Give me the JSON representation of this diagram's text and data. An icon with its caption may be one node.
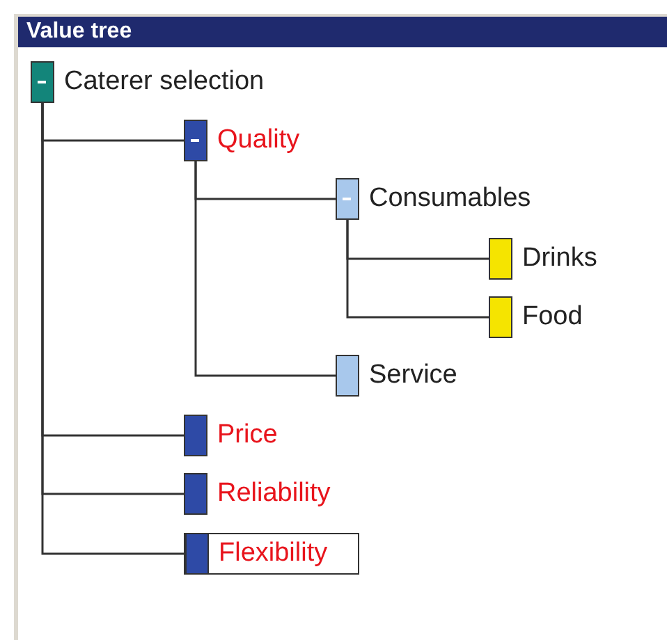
{
  "diagram": {
    "title": "Value tree",
    "nodes": [
      {
        "text": [
          "Caterer selection"
        ]
      },
      {
        "text": [
          "Quality"
        ]
      },
      {
        "text": [
          "Consumables"
        ]
      },
      {
        "text": [
          "Drinks"
        ]
      },
      {
        "text": [
          "Food"
        ]
      },
      {
        "text": [
          "Service"
        ]
      },
      {
        "text": [
          "Price"
        ]
      },
      {
        "text": [
          "Reliability"
        ]
      },
      {
        "text": [
          "Flexibility"
        ]
      }
    ],
    "edges": [
      {
        "from": 0,
        "to": 1,
        "arrow": "none"
      },
      {
        "from": 1,
        "to": 2,
        "arrow": "none"
      },
      {
        "from": 2,
        "to": 3,
        "arrow": "none"
      },
      {
        "from": 2,
        "to": 4,
        "arrow": "none"
      },
      {
        "from": 1,
        "to": 5,
        "arrow": "none"
      },
      {
        "from": 0,
        "to": 6,
        "arrow": "none"
      },
      {
        "from": 0,
        "to": 7,
        "arrow": "none"
      },
      {
        "from": 0,
        "to": 8,
        "arrow": "none"
      }
    ]
  }
}
